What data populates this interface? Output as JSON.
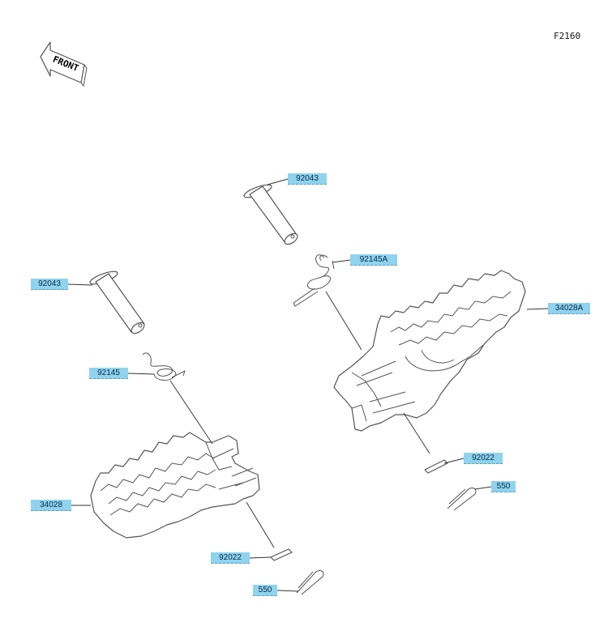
{
  "figure_code": "F2160",
  "front_label": "FRONT",
  "colors": {
    "callout_fill": "#8fd3ee",
    "line": "#333333"
  },
  "callouts": [
    {
      "id": "pin-right",
      "label": "92043"
    },
    {
      "id": "spring-right",
      "label": "92145A"
    },
    {
      "id": "pin-left",
      "label": "92043"
    },
    {
      "id": "footpeg-right",
      "label": "34028A"
    },
    {
      "id": "spring-left",
      "label": "92145"
    },
    {
      "id": "washer-right",
      "label": "92022"
    },
    {
      "id": "cotter-right",
      "label": "550"
    },
    {
      "id": "footpeg-left",
      "label": "34028"
    },
    {
      "id": "washer-left",
      "label": "92022"
    },
    {
      "id": "cotter-left",
      "label": "550"
    }
  ]
}
